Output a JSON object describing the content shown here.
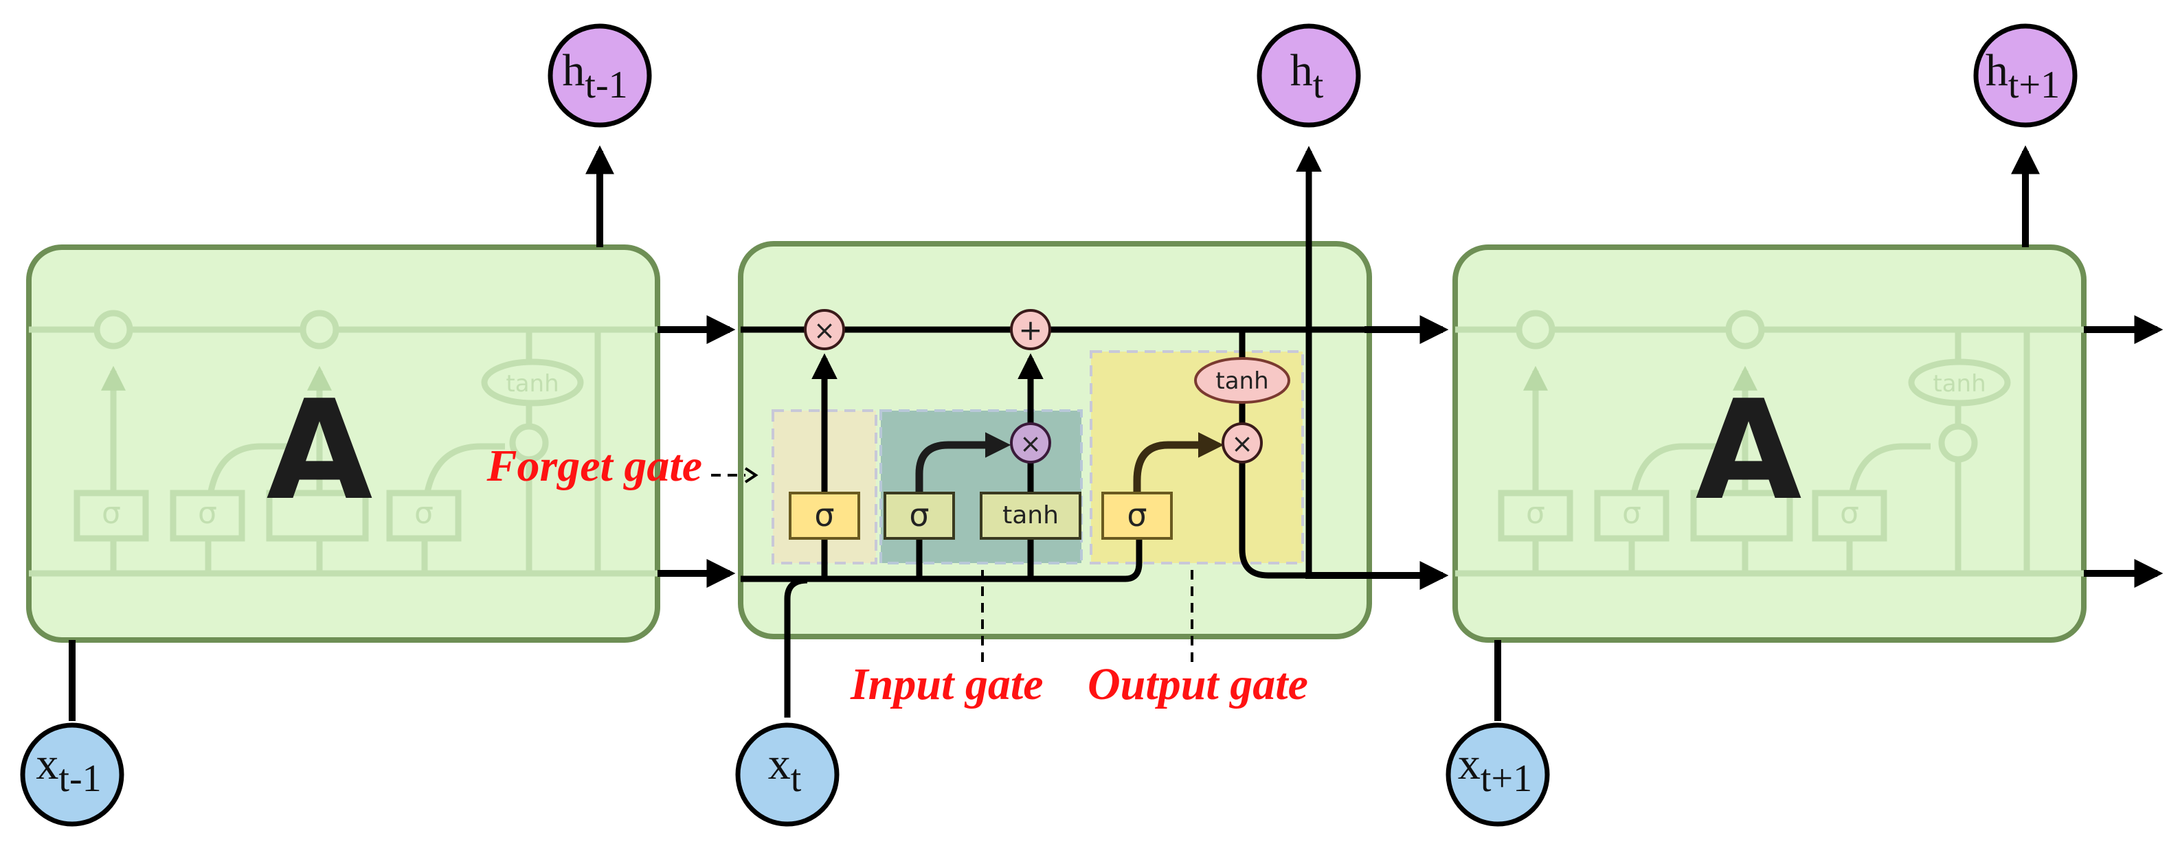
{
  "cells": {
    "left_label": "A",
    "right_label": "A"
  },
  "outputs": {
    "h_prev": {
      "base": "h",
      "sub": "t-1"
    },
    "h_curr": {
      "base": "h",
      "sub": "t"
    },
    "h_next": {
      "base": "h",
      "sub": "t+1"
    }
  },
  "inputs": {
    "x_prev": {
      "base": "x",
      "sub": "t-1"
    },
    "x_curr": {
      "base": "x",
      "sub": "t"
    },
    "x_next": {
      "base": "x",
      "sub": "t+1"
    }
  },
  "gates": {
    "forget_sigma": "σ",
    "input_sigma": "σ",
    "input_tanh": "tanh",
    "output_sigma": "σ",
    "cell_tanh": "tanh"
  },
  "ops": {
    "mult": "×",
    "add": "+"
  },
  "annotations": {
    "forget_gate": "Forget gate",
    "input_gate": "Input gate",
    "output_gate": "Output gate"
  },
  "colors": {
    "cell_fill": "#dff5cf",
    "cell_stroke": "#6e8f55",
    "output_node": "#d9a6ef",
    "input_node": "#a9d2f0",
    "sigma_box": "#ffe48a",
    "op_circle": "#f7c8c6",
    "label_red": "#ff1212",
    "forget_region": "#ece9c4",
    "input_region": "#9ec2b6",
    "output_region": "#eeea9a"
  }
}
